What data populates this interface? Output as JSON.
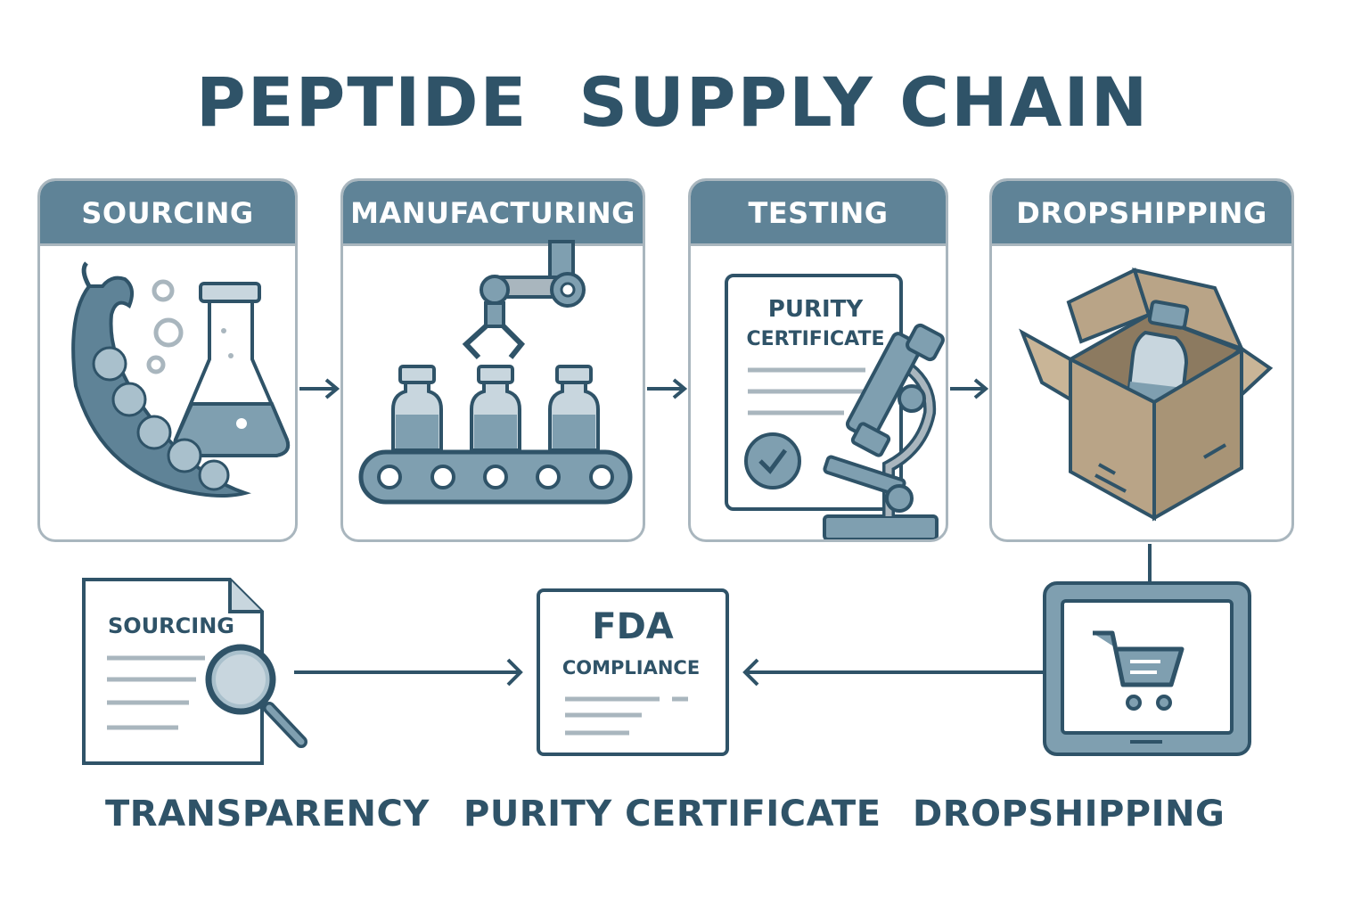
{
  "title": "PEPTIDE  SUPPLY CHAIN",
  "stages": [
    {
      "label": "SOURCING"
    },
    {
      "label": "MANUFACTURING"
    },
    {
      "label": "TESTING"
    },
    {
      "label": "DROPSHIPPING"
    }
  ],
  "testing_certificate": {
    "line1": "PURITY",
    "line2": "CERTIFICATE"
  },
  "bottom": {
    "doc_label": "SOURCING",
    "fda_line1": "FDA",
    "fda_line2": "COMPLIANCE",
    "labels": [
      "TRANSPARENCY",
      "PURITY CERTIFICATE",
      "DROPSHIPPING"
    ]
  },
  "colors": {
    "primary": "#2f5368",
    "header": "#5f8397",
    "fill_light": "#7f9fb0",
    "fill_pale": "#c8d6de",
    "box_brown": "#b9a487",
    "border_gray": "#a9b6be"
  },
  "icons": [
    "pea-pod-icon",
    "flask-icon",
    "robot-arm-icon",
    "vial-icon",
    "conveyor-icon",
    "certificate-icon",
    "checkmark-icon",
    "microscope-icon",
    "shipping-box-icon",
    "document-icon",
    "magnifier-icon",
    "tablet-icon",
    "shopping-cart-icon",
    "arrow-icon"
  ]
}
